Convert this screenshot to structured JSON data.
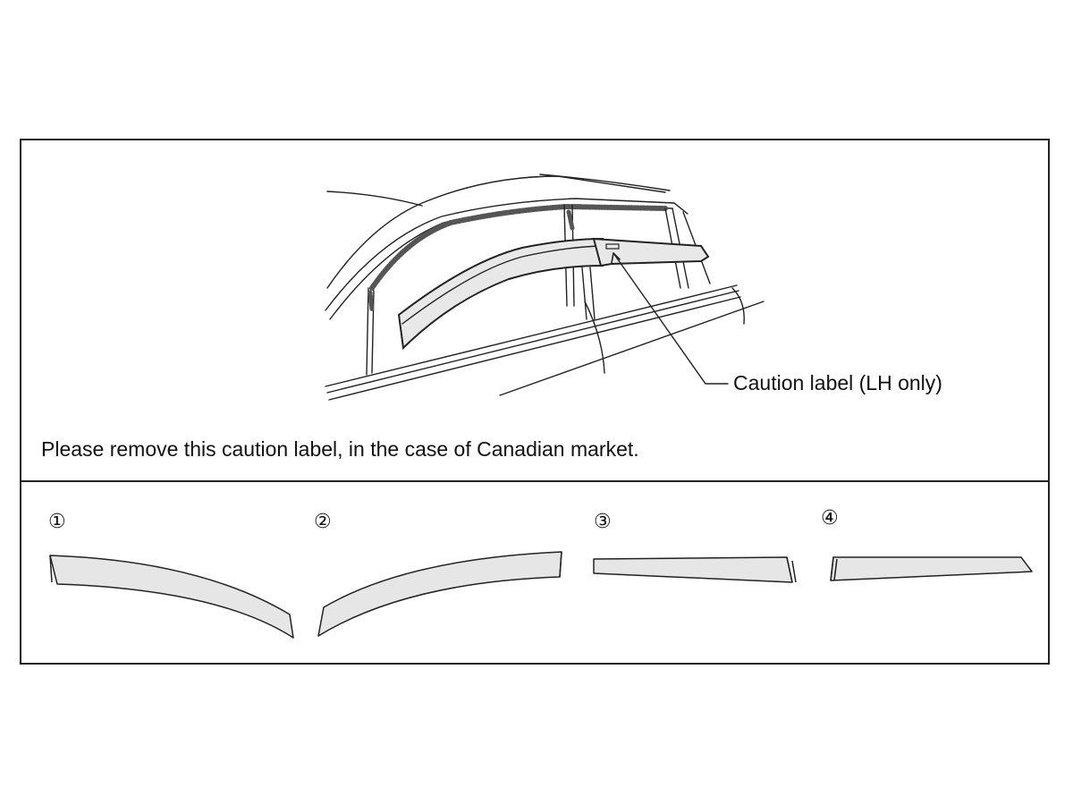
{
  "callout": {
    "caution_label": "Caution label (LH only)"
  },
  "notice": {
    "text": "Please remove this caution label, in the case of Canadian market."
  },
  "parts": {
    "labels": [
      "①",
      "②",
      "③",
      "④"
    ]
  },
  "colors": {
    "line": "#222222",
    "visor_fill": "#e6e6e6"
  }
}
